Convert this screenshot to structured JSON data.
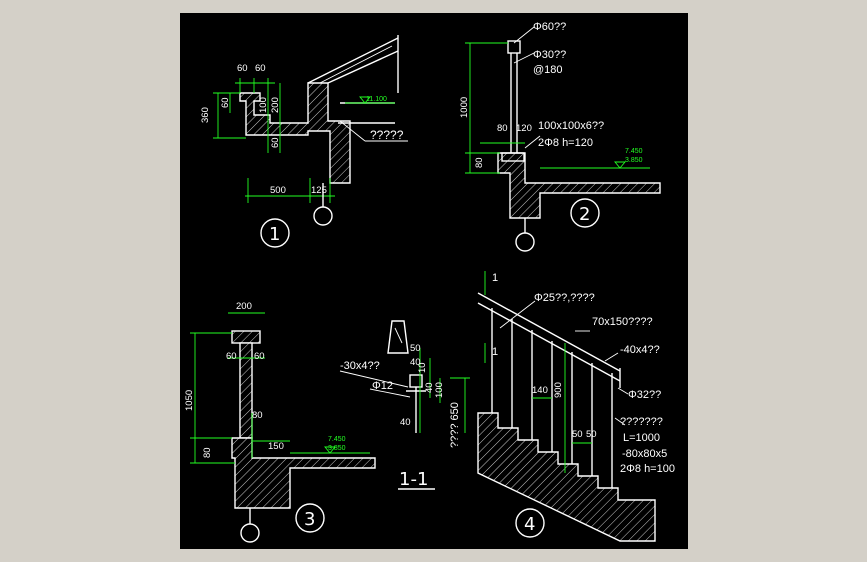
{
  "detail_numbers": [
    "1",
    "2",
    "3",
    "4"
  ],
  "section_label": "1-1",
  "section_marks": [
    "1",
    "1"
  ],
  "detail1": {
    "dim_top_a": "60",
    "dim_top_b": "60",
    "dim_left": "360",
    "dim_left_small": "60",
    "dim_mid_200": "200",
    "dim_mid_100": "100",
    "dim_mid_60": "60",
    "dim_bottom_500": "500",
    "dim_bottom_125": "125",
    "level": "11.100",
    "note": "?????"
  },
  "detail2": {
    "note_pipe60": "Φ60??",
    "note_pipe30": "Φ30??",
    "note_spacing": "@180",
    "dim_height": "1000",
    "dim_80": "80",
    "dim_120": "120",
    "note_plate": "100x100x6??",
    "note_rebar": "2Φ8  h=120",
    "dim_base": "80",
    "level_top": "7.450",
    "level_bottom": "3.850"
  },
  "detail3": {
    "dim_top": "200",
    "dim_60a": "60",
    "dim_60b": "60",
    "dim_height": "1050",
    "dim_80a": "80",
    "dim_80b": "80",
    "dim_150": "150",
    "level_top": "7.450",
    "level_bottom": "3.850"
  },
  "section11": {
    "note_bar": "-30x4??",
    "dim_50": "50",
    "dim_40a": "40",
    "dim_40b": "40",
    "dim_40c": "40",
    "dim_10": "10",
    "dim_100": "100",
    "note_rod": "Φ12",
    "note_height": "???? 650"
  },
  "detail4": {
    "note_rail": "Φ25??,????",
    "note_handrail": "70x150????",
    "note_flat": "-40x4??",
    "dim_140": "140",
    "dim_900": "900",
    "note_pipe32": "Φ32??",
    "note_misc": "???????",
    "note_length": "L=1000",
    "dim_50a": "50",
    "dim_50b": "50",
    "note_angle": "-80x80x5",
    "note_rebar": "2Φ8  h=100"
  }
}
